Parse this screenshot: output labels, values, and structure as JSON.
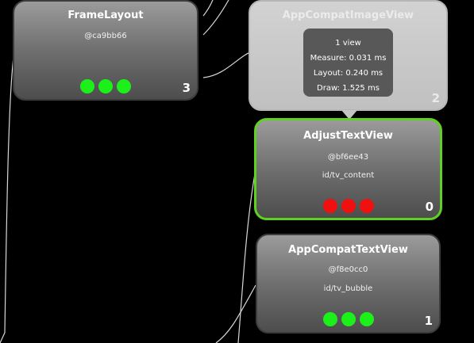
{
  "nodes": {
    "frame_layout": {
      "title": "FrameLayout",
      "hash": "@ca9bb66",
      "count": "3",
      "indicator_colors": [
        "#1bf01b",
        "#1bf01b",
        "#1bf01b"
      ]
    },
    "appcompat_image_view": {
      "title": "AppCompatImageView",
      "count": "2"
    },
    "adjust_text_view": {
      "title": "AdjustTextView",
      "hash": "@bf6ee43",
      "id": "id/tv_content",
      "count": "0",
      "indicator_colors": [
        "#f01010",
        "#f01010",
        "#f01010"
      ]
    },
    "appcompat_text_view": {
      "title": "AppCompatTextView",
      "hash": "@f8e0cc0",
      "id": "id/tv_bubble",
      "count": "1",
      "indicator_colors": [
        "#1bf01b",
        "#1bf01b",
        "#1bf01b"
      ]
    }
  },
  "tooltip": {
    "views": "1 view",
    "measure": "Measure: 0.031 ms",
    "layout": "Layout: 0.240 ms",
    "draw": "Draw: 1.525 ms"
  },
  "colors": {
    "selected_border": "#5fd121",
    "background": "#000000"
  }
}
